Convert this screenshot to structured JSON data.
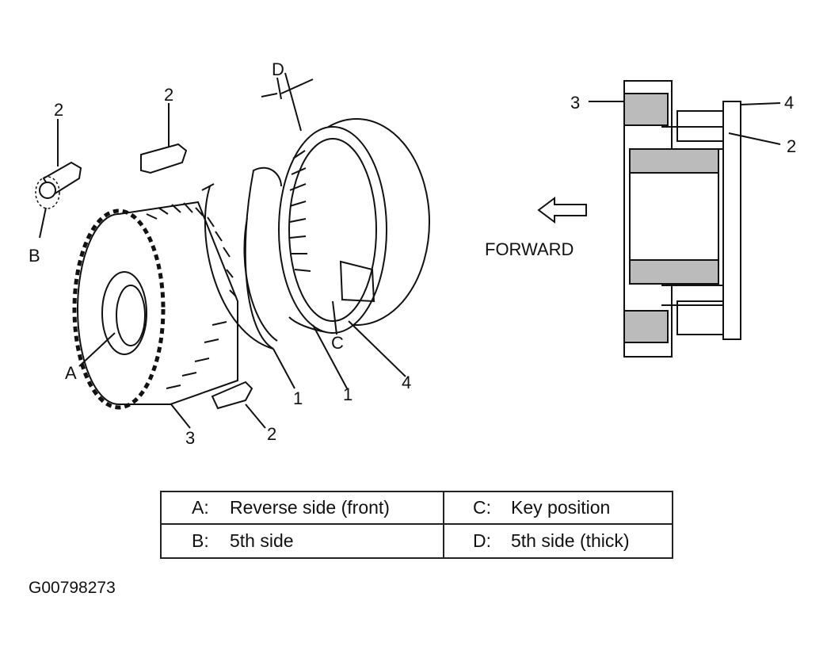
{
  "labels": {
    "a": "A",
    "b": "B",
    "c": "C",
    "d": "D",
    "insert_left": "2",
    "insert_top": "2",
    "insert_bottom": "2",
    "spring_1": "1",
    "spring_2": "1",
    "hub": "3",
    "sleeve": "4",
    "section_3": "3",
    "section_4": "4",
    "section_2": "2"
  },
  "forward_label": "FORWARD",
  "legend": [
    {
      "key": "A:",
      "text": "Reverse side (front)"
    },
    {
      "key": "C:",
      "text": "Key position"
    },
    {
      "key": "B:",
      "text": "5th side"
    },
    {
      "key": "D:",
      "text": "5th side (thick)"
    }
  ],
  "figure_code": "G00798273"
}
